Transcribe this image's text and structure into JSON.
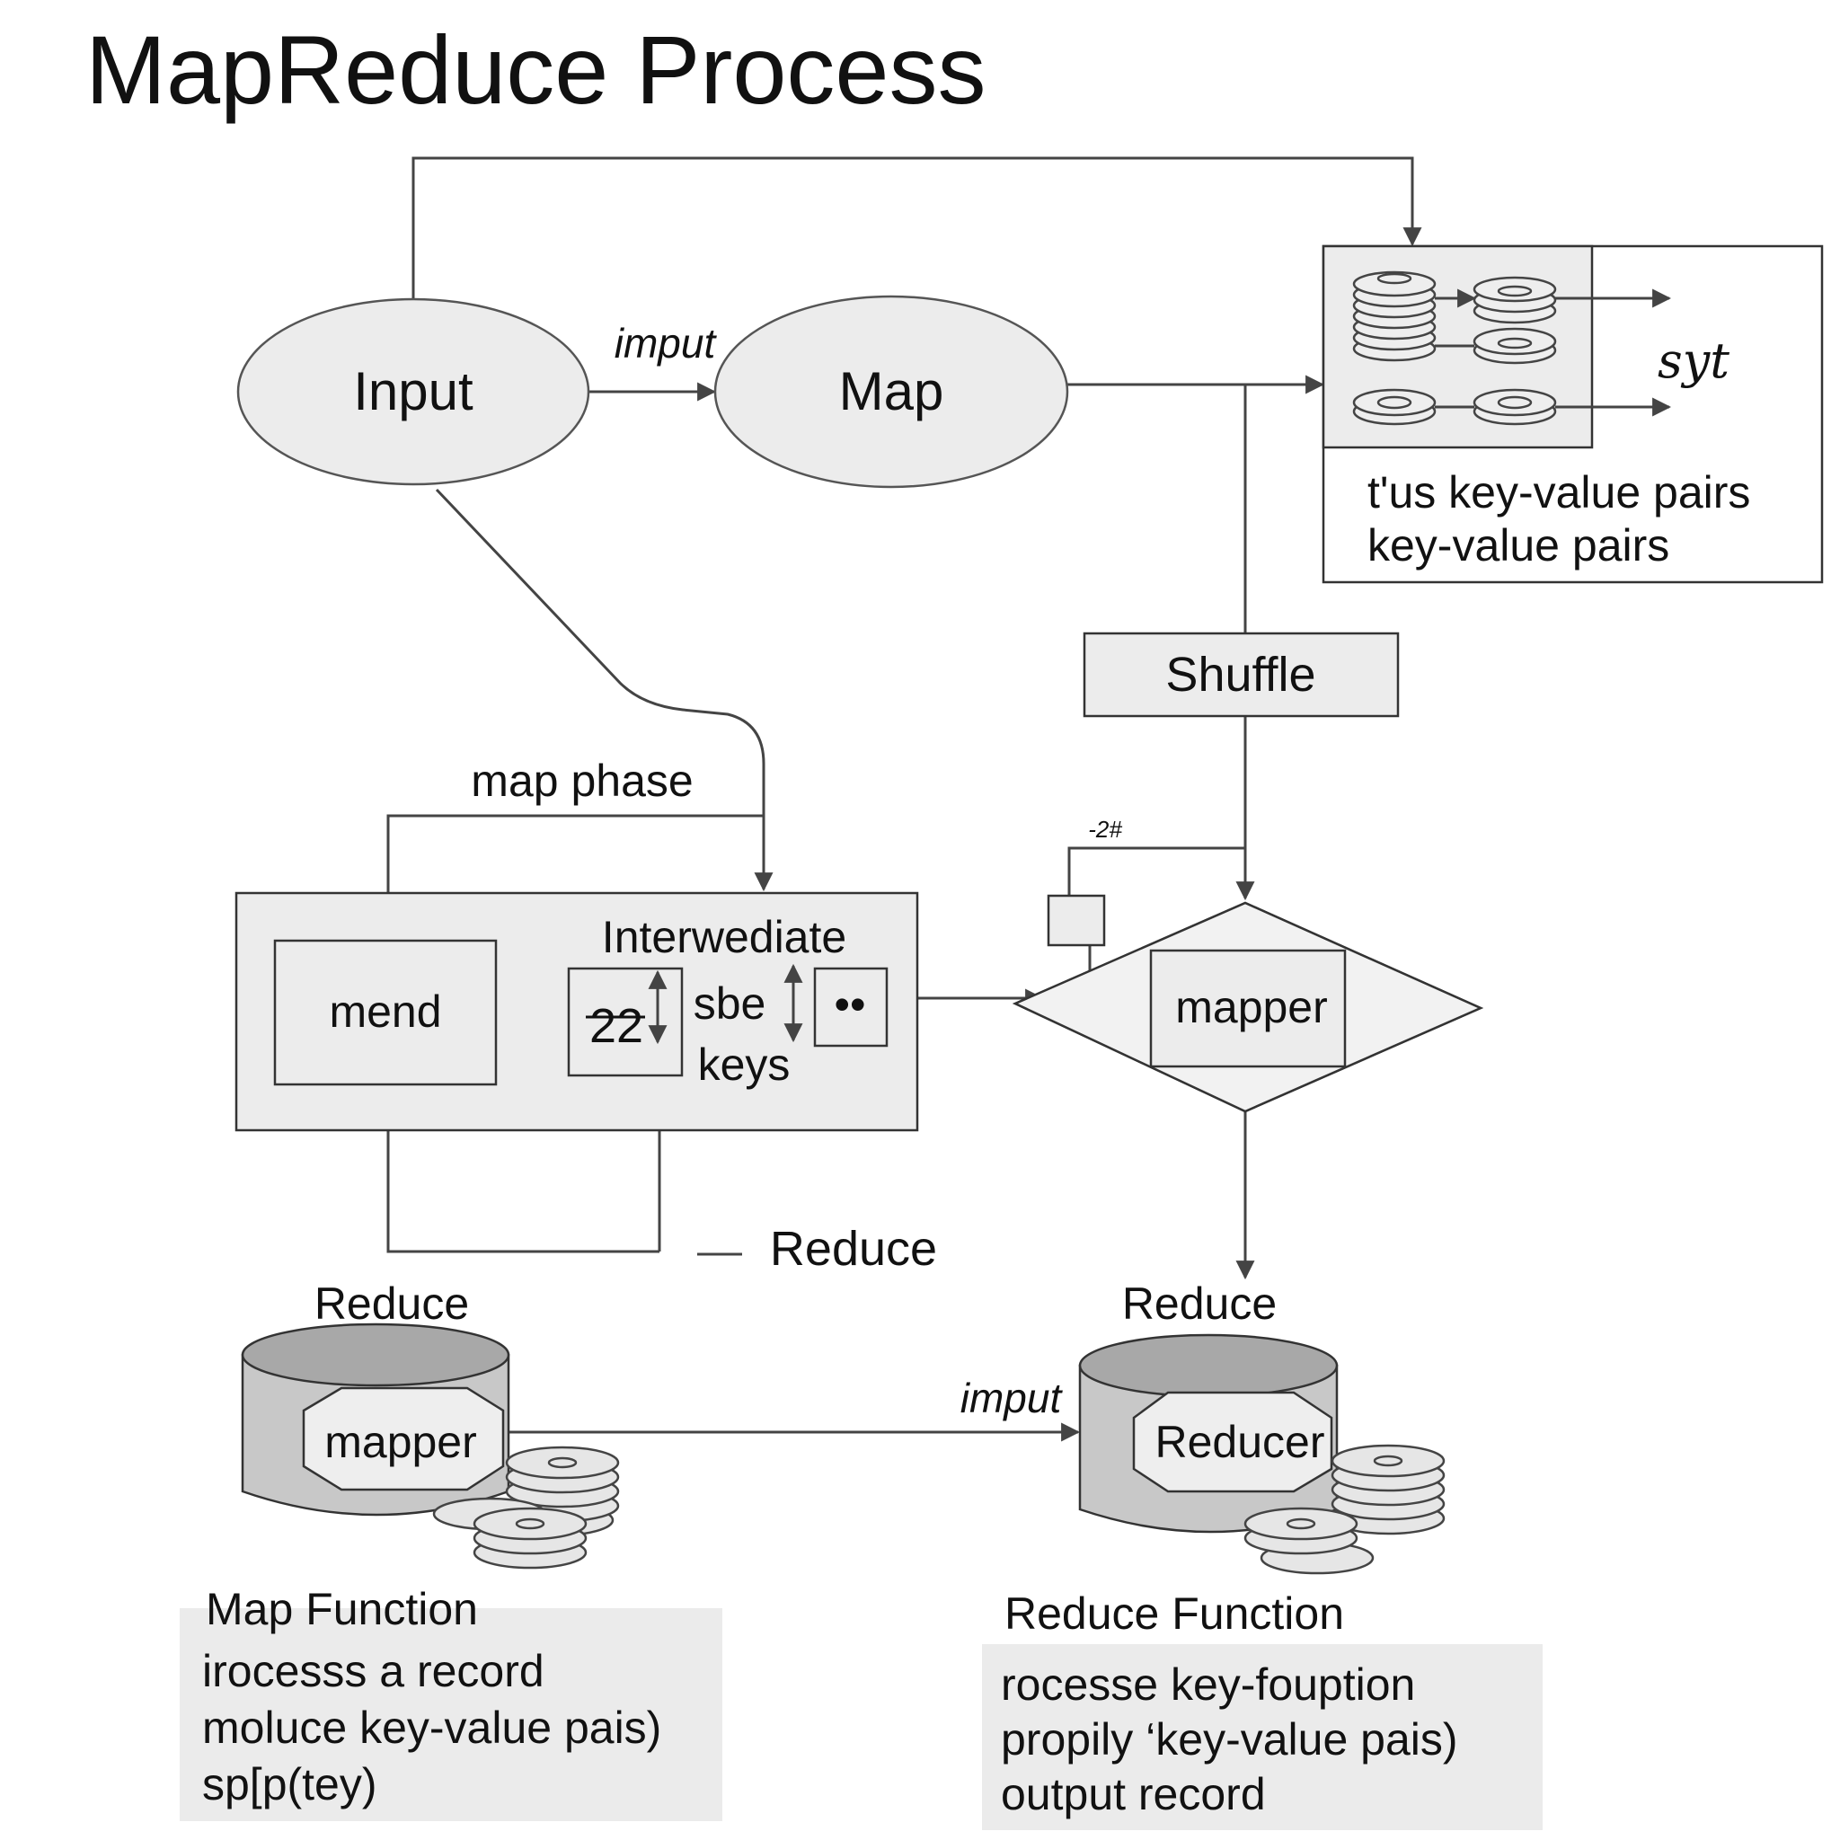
{
  "title": "MapReduce Process",
  "nodes": {
    "input": "Input",
    "map": "Map",
    "shuffle": "Shuffle",
    "mend": "mend",
    "intermediate": "Interwediate",
    "num_box": "22",
    "sbe": "sbe",
    "keys": "keys",
    "dots": "••",
    "mapper_diamond": "mapper",
    "mapper_disk": "mapper",
    "reducer_disk": "Reducer"
  },
  "labels": {
    "input_arrow": "imput",
    "top_right_caption": "syt",
    "top_right_line1": "t'us key-value pairs",
    "top_right_line2": "key-value pairs",
    "map_phase": "map phase",
    "small_label": "-2#",
    "reduce_dash": "Reduce",
    "reduce_left": "Reduce",
    "reduce_right": "Reduce",
    "imput_bottom": "imput"
  },
  "map_function": {
    "heading": "Map Function",
    "lines": [
      "irocesss a record",
      "moluce key-value pais)",
      "sp[p(tey)"
    ]
  },
  "reduce_function": {
    "heading": "Reduce Function",
    "lines": [
      "rocesse key-fouption",
      "propily ‘key-value pais)",
      "output record"
    ]
  }
}
